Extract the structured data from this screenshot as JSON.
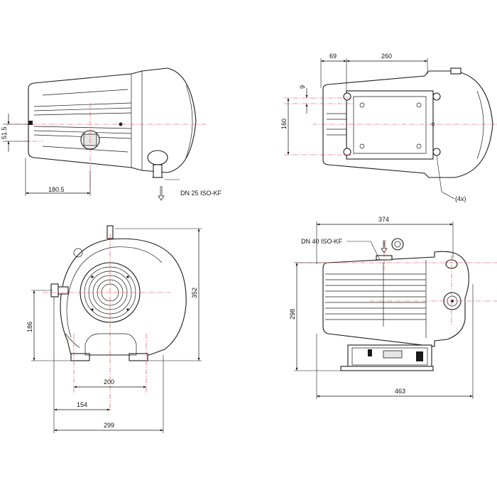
{
  "drawing": {
    "top_view": {
      "dim_180_5": "180.5",
      "dim_51_5": "51.5",
      "port_label": "DN 25 ISO-KF"
    },
    "bottom_view": {
      "dim_69": "69",
      "dim_260": "260",
      "dim_9": "9",
      "dim_160": "160",
      "qty_label": "(4x)"
    },
    "front_view": {
      "dim_352": "352",
      "dim_186": "186",
      "dim_200": "200",
      "dim_154": "154",
      "dim_299": "299"
    },
    "side_view": {
      "dim_374": "374",
      "port_label": "DN 40 ISO-KF",
      "dim_298": "298",
      "dim_463": "463"
    }
  },
  "colors": {
    "centerline": "#e0393b",
    "outline": "#1a1a1a"
  }
}
